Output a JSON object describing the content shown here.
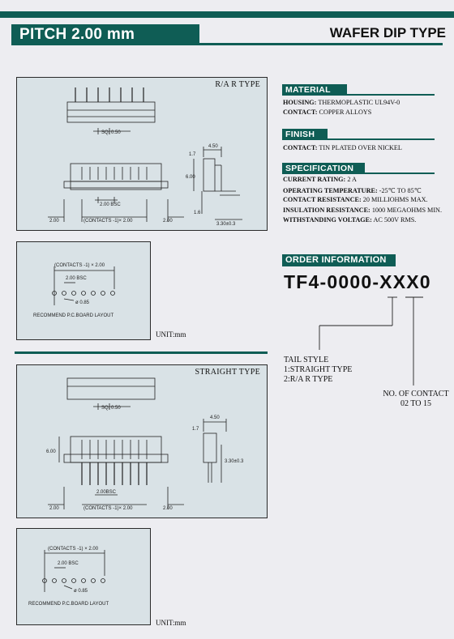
{
  "header": {
    "pitch": "PITCH 2.00 mm",
    "type": "WAFER DIP TYPE"
  },
  "drawings": {
    "ra_title": "R/A R TYPE",
    "straight_title": "STRAIGHT TYPE",
    "unit_label": "UNIT:mm",
    "sq": "SQ. 0.50",
    "dim_450": "4.50",
    "dim_17": "1.7",
    "dim_600": "6.00",
    "dim_16": "1.6",
    "dim_330": "3.30±0.3",
    "dim_200bsc": "2.00 BSC",
    "dim_200bsc_tight": "2.00BSC",
    "dim_contacts": "(CONTACTS -1)× 2.00",
    "dim_200": "2.00",
    "pcb_contacts": "(CONTACTS -1) × 2.00",
    "pcb_bsc": "2.00 BSC",
    "pcb_dia": "ø 0.85",
    "pcb_label": "RECOMMEND P.C.BOARD LAYOUT"
  },
  "material": {
    "title": "MATERIAL",
    "housing_label": "HOUSING:",
    "housing_value": "THERMOPLASTIC UL94V-0",
    "contact_label": "CONTACT:",
    "contact_value": "COPPER ALLOYS"
  },
  "finish": {
    "title": "FINISH",
    "contact_label": "CONTACT:",
    "contact_value": "TIN PLATED OVER NICKEL"
  },
  "specification": {
    "title": "SPECIFICATION",
    "rows": [
      {
        "label": "CURRENT RATING:",
        "value": "2 A"
      },
      {
        "label": "OPERATING TEMPERATURE:",
        "value": "-25℃ TO 85℃"
      },
      {
        "label": "CONTACT RESISTANCE:",
        "value": "20 MILLIOHMS MAX."
      },
      {
        "label": "INSULATION RESISTANCE:",
        "value": "1000 MEGAOHMS MIN."
      },
      {
        "label": "WITHSTANDING VOLTAGE:",
        "value": "AC 500V RMS."
      }
    ]
  },
  "order": {
    "title": "ORDER INFORMATION",
    "part_number": "TF4-0000-XXX0",
    "tail_title": "TAIL STYLE",
    "tail_1": "1:STRAIGHT TYPE",
    "tail_2": "2:R/A R TYPE",
    "contact_title": "NO. OF CONTACT",
    "contact_range": "02 TO 15"
  },
  "colors": {
    "accent": "#0f5d55",
    "panel": "#d9e2e6",
    "page": "#ededf1"
  }
}
